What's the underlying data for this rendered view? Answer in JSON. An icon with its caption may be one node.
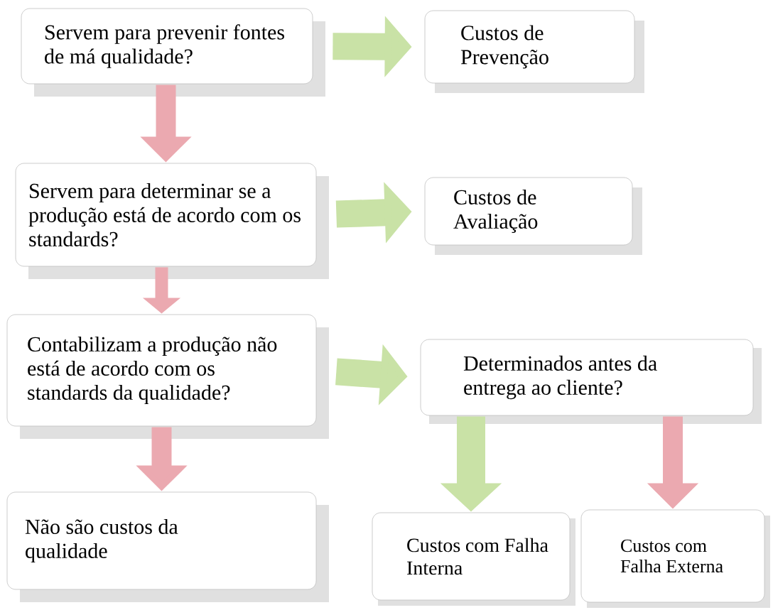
{
  "diagram": {
    "nodes": [
      {
        "text": [
          "Servem para prevenir fontes de má qualidade?"
        ]
      },
      {
        "text": [
          "Custos de Prevenção"
        ]
      },
      {
        "text": [
          "Servem para determinar se a produção está de acordo com os standards?"
        ]
      },
      {
        "text": [
          "Custos de Avaliação"
        ]
      },
      {
        "text": [
          "Contabilizam a produção não está de acordo com os standards da qualidade?"
        ]
      },
      {
        "text": [
          "Determinados antes da entrega ao cliente?"
        ]
      },
      {
        "text": [
          "Não são custos da qualidade"
        ]
      },
      {
        "text": [
          "Custos com Falha Interna"
        ]
      },
      {
        "text": [
          "Custos com Falha Externa"
        ]
      }
    ],
    "edges": [
      {
        "from": 0,
        "to": 1,
        "arrow": "to",
        "color": "#c9e2a6"
      },
      {
        "from": 0,
        "to": 2,
        "arrow": "to",
        "color": "#eba9b0"
      },
      {
        "from": 2,
        "to": 3,
        "arrow": "to",
        "color": "#c9e2a6"
      },
      {
        "from": 2,
        "to": 4,
        "arrow": "to",
        "color": "#eba9b0"
      },
      {
        "from": 4,
        "to": 5,
        "arrow": "to",
        "color": "#c9e2a6"
      },
      {
        "from": 4,
        "to": 6,
        "arrow": "to",
        "color": "#eba9b0"
      },
      {
        "from": 5,
        "to": 7,
        "arrow": "to",
        "color": "#c9e2a6"
      },
      {
        "from": 5,
        "to": 8,
        "arrow": "to",
        "color": "#eba9b0"
      }
    ]
  }
}
